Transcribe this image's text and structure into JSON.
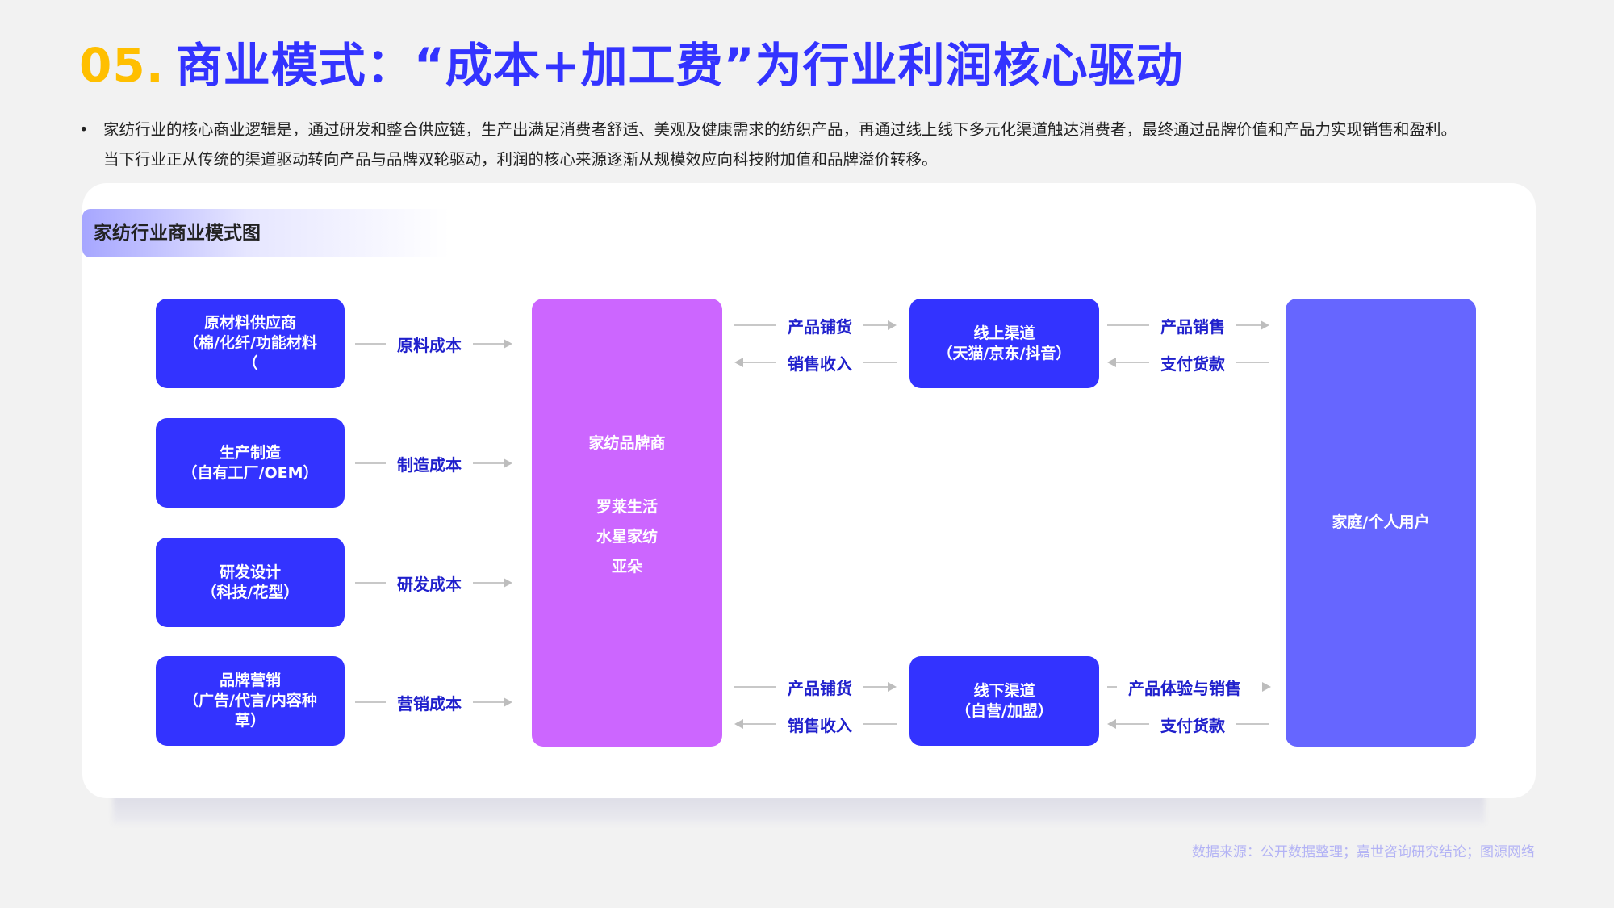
{
  "title": {
    "number": "05.",
    "text": "商业模式：“成本+加工费”为行业利润核心驱动"
  },
  "bullet": {
    "line1": "家纺行业的核心商业逻辑是，通过研发和整合供应链，生产出满足消费者舒适、美观及健康需求的纺织产品，再通过线上线下多元化渠道触达消费者，最终通过品牌价值和产品力实现销售和盈利。",
    "line2": "当下行业正从传统的渠道驱动转向产品与品牌双轮驱动，利润的核心来源逐渐从规模效应向科技附加值和品牌溢价转移。"
  },
  "section_title": "家纺行业商业模式图",
  "sources": [
    {
      "l1": "原材料供应商",
      "l2": "（棉/化纤/功能材料",
      "l3": "（",
      "cost": "原料成本"
    },
    {
      "l1": "生产制造",
      "l2": "（自有工厂/OEM）",
      "l3": "",
      "cost": "制造成本"
    },
    {
      "l1": "研发设计",
      "l2": "（科技/花型）",
      "l3": "",
      "cost": "研发成本"
    },
    {
      "l1": "品牌营销",
      "l2": "（广告/代言/内容种",
      "l3": "草）",
      "cost": "营销成本"
    }
  ],
  "brand": {
    "title": "家纺品牌商",
    "examples": [
      "罗莱生活",
      "水星家纺",
      "亚朵"
    ]
  },
  "channels": [
    {
      "l1": "线上渠道",
      "l2": "（天猫/京东/抖音）",
      "in_fwd": "产品铺货",
      "in_back": "销售收入",
      "out_fwd": "产品销售",
      "out_back": "支付货款"
    },
    {
      "l1": "线下渠道",
      "l2": "（自营/加盟）",
      "in_fwd": "产品铺货",
      "in_back": "销售收入",
      "out_fwd": "产品体验与销售",
      "out_back": "支付货款"
    }
  ],
  "user": "家庭/个人用户",
  "footer": "数据来源：公开数据整理；嘉世咨询研究结论；图源网络",
  "colors": {
    "primary": "#3333ff",
    "accent": "#ffbf00",
    "brand": "#cc66ff",
    "user": "#6666ff"
  }
}
